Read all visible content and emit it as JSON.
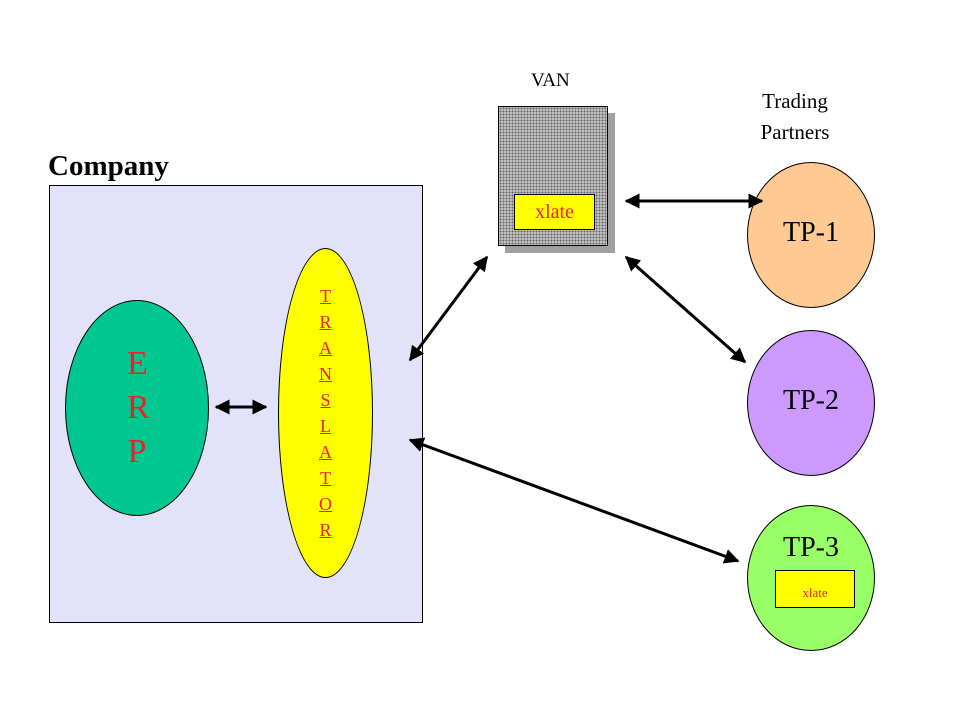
{
  "company": {
    "title": "Company"
  },
  "erp": {
    "label": "ERP"
  },
  "translator": {
    "label": "TRANSLATOR"
  },
  "van": {
    "label": "VAN",
    "xlate": "xlate"
  },
  "trading_partners": {
    "label": "Trading Partners"
  },
  "partners": [
    {
      "label": "TP-1"
    },
    {
      "label": "TP-2"
    },
    {
      "label": "TP-3",
      "xlate": "xlate"
    }
  ],
  "colors": {
    "company_bg": "#e2e2fa",
    "erp": "#00c690",
    "translator": "#ffff00",
    "text_red": "#e8222c",
    "tp1": "#ffc993",
    "tp2": "#cc99ff",
    "tp3": "#99ff66",
    "van": "#c0c0c0"
  }
}
